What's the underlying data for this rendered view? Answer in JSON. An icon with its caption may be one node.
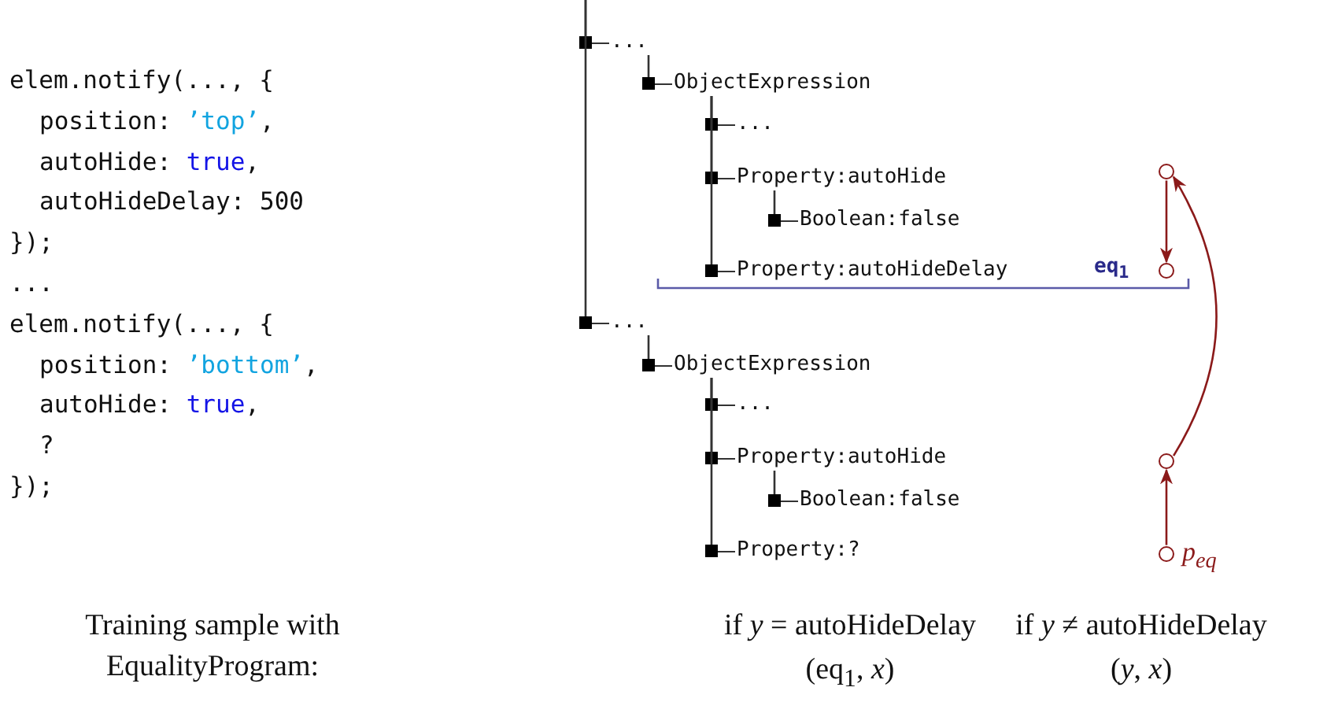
{
  "diagram": {
    "nodes": [
      {
        "text": [
          "..."
        ]
      },
      {
        "text": [
          "ObjectExpression"
        ]
      },
      {
        "text": [
          "..."
        ]
      },
      {
        "text": [
          "Property:autoHide"
        ]
      },
      {
        "text": [
          "Boolean:false"
        ]
      },
      {
        "text": [
          "Property:autoHideDelay"
        ]
      },
      {
        "text": [
          "..."
        ]
      },
      {
        "text": [
          "ObjectExpression"
        ]
      },
      {
        "text": [
          "..."
        ]
      },
      {
        "text": [
          "Property:autoHide"
        ]
      },
      {
        "text": [
          "Boolean:false"
        ]
      },
      {
        "text": [
          "Property:?"
        ]
      },
      {
        "text": [],
        "shape": "circle"
      },
      {
        "text": [],
        "shape": "circle",
        "beside": [
          "eq$_{1}$"
        ]
      },
      {
        "text": [],
        "shape": "circle"
      },
      {
        "text": [],
        "shape": "circle",
        "beside": [
          "p$_{eq}$"
        ]
      }
    ],
    "edges": [
      {
        "from": null,
        "to": 0,
        "arrow": "other"
      },
      {
        "from": 0,
        "to": 1,
        "arrow": "other"
      },
      {
        "from": 1,
        "to": 2,
        "arrow": "other"
      },
      {
        "from": 1,
        "to": 3,
        "arrow": "other"
      },
      {
        "from": 3,
        "to": 4,
        "arrow": "other"
      },
      {
        "from": 1,
        "to": 5,
        "arrow": "other"
      },
      {
        "from": null,
        "to": 6,
        "arrow": "other"
      },
      {
        "from": 6,
        "to": 7,
        "arrow": "other"
      },
      {
        "from": 7,
        "to": 8,
        "arrow": "other"
      },
      {
        "from": 7,
        "to": 9,
        "arrow": "other"
      },
      {
        "from": 9,
        "to": 10,
        "arrow": "other"
      },
      {
        "from": 7,
        "to": 11,
        "arrow": "other"
      },
      {
        "from": 12,
        "to": 13,
        "arrow": "to",
        "color": "#8b1a1a"
      },
      {
        "from": 14,
        "to": 12,
        "arrow": "to",
        "color": "#8b1a1a"
      },
      {
        "from": 15,
        "to": 14,
        "arrow": "to",
        "color": "#8b1a1a"
      }
    ],
    "labels": [
      "elem.notify(..., {",
      "position: ’top’,",
      "autoHide: true,",
      "autoHideDelay: 500",
      "});",
      "...",
      "elem.notify(..., {",
      "position: ’bottom’,",
      "autoHide: true,",
      "?",
      "});",
      "Training sample with EqualityProgram:",
      "if *y* = autoHideDelay",
      "(eq$_{1}$, *x*)",
      "if *y* ≠ autoHideDelay",
      "(*y*, *x*)"
    ]
  }
}
